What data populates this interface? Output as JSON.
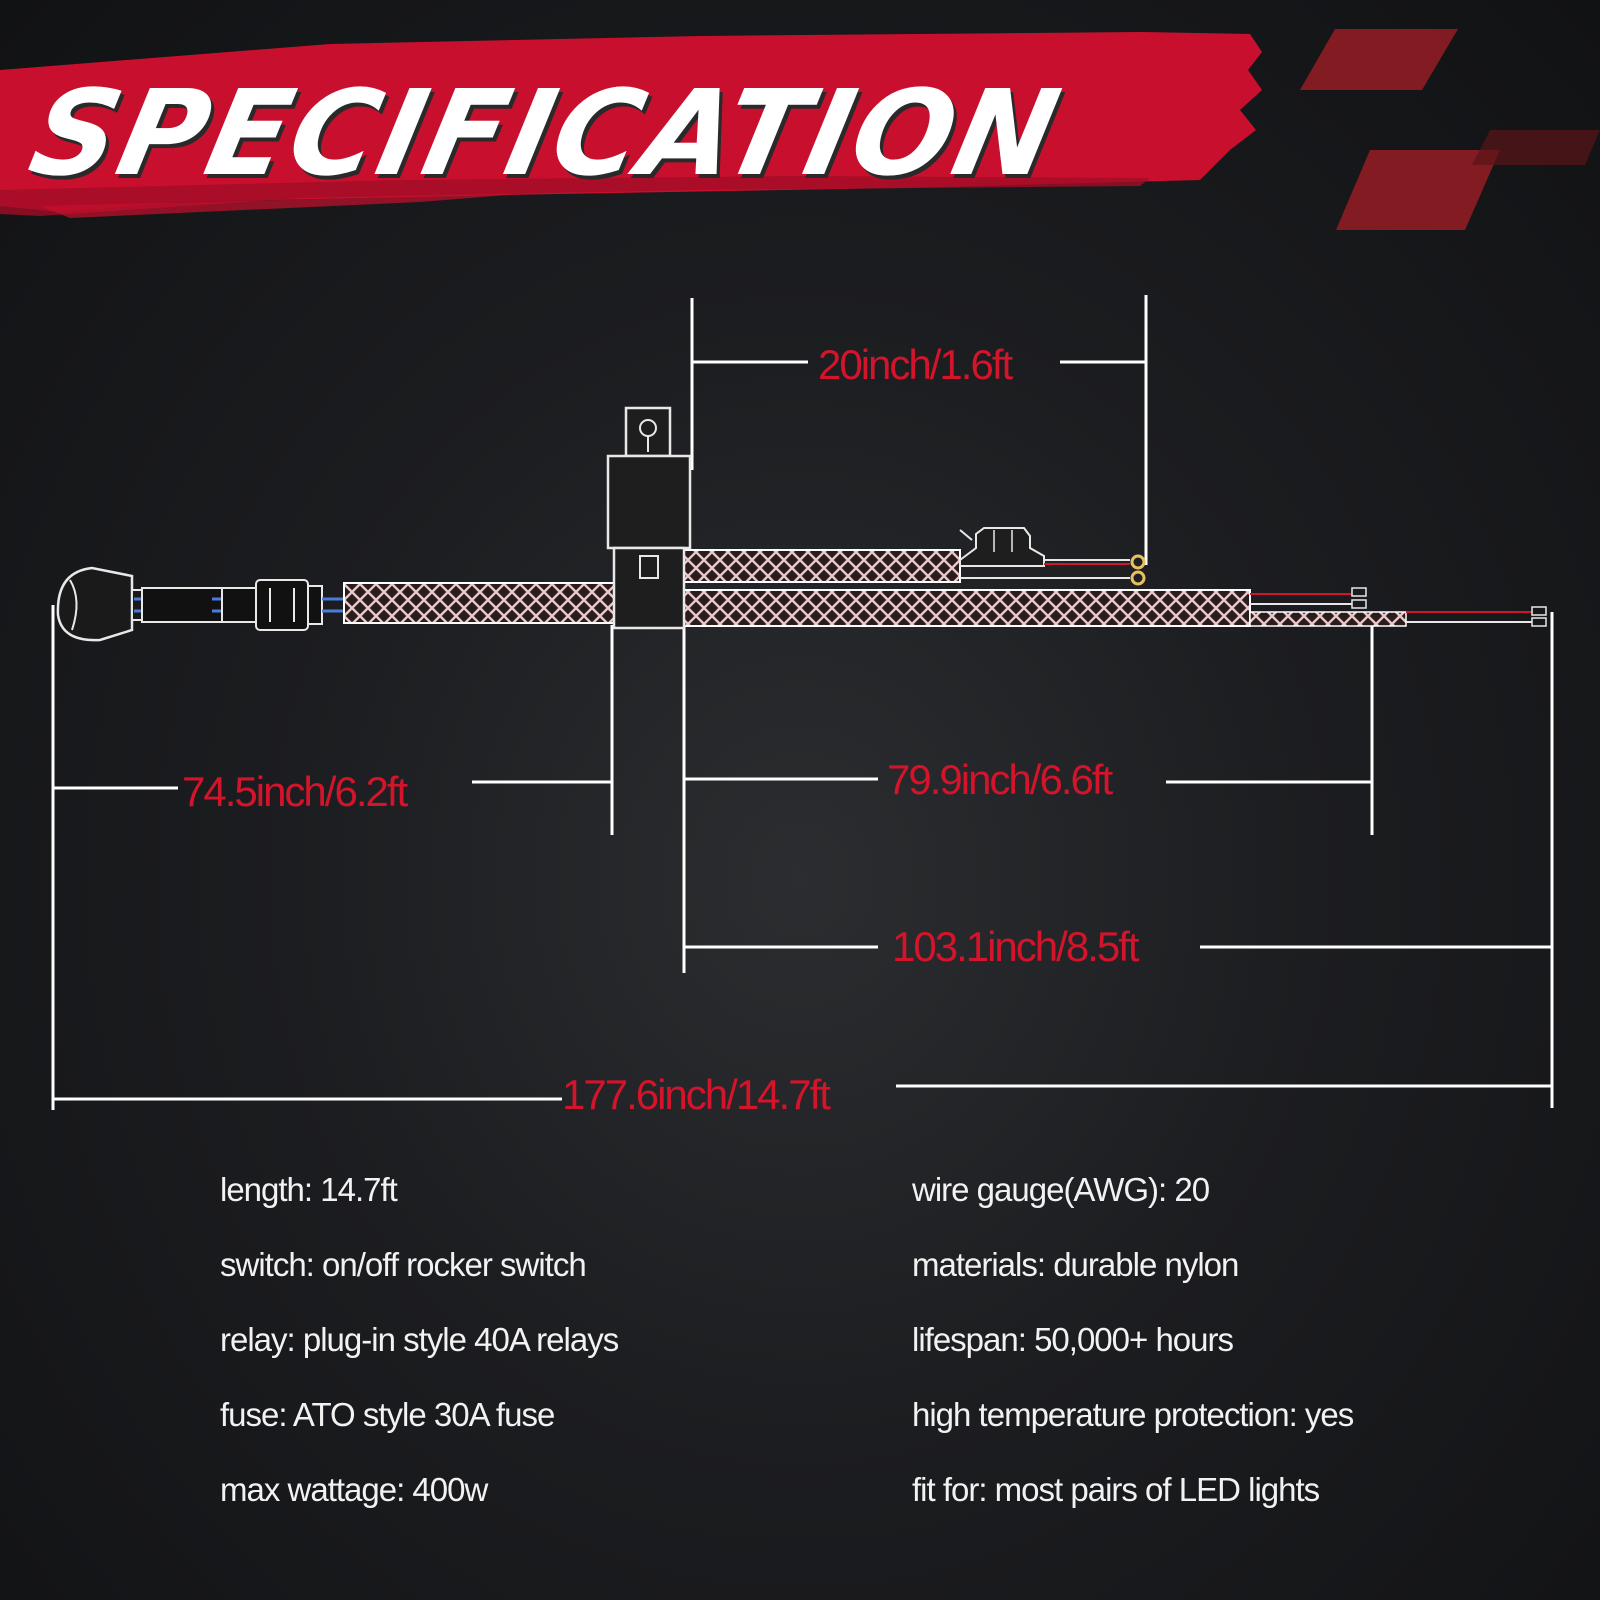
{
  "title": "SPECIFICATION",
  "colors": {
    "accent": "#d4142a",
    "background": "#1c1d20",
    "text": "#f2f2f2",
    "line": "#ffffff"
  },
  "components": {
    "switch_icon": "rocker-switch-icon",
    "relay_icon": "relay-icon",
    "fuse_icon": "fuse-holder-icon",
    "harness_icon": "braided-sleeve-icon",
    "terminal_icon": "ring-terminal-icon"
  },
  "dimensions": {
    "relay_to_fuse": "20inch/1.6ft",
    "switch_to_relay": "74.5inch/6.2ft",
    "relay_to_first_light": "79.9inch/6.6ft",
    "relay_to_second_light": "103.1inch/8.5ft",
    "total": "177.6inch/14.7ft"
  },
  "specs_left": [
    "length: 14.7ft",
    "switch: on/off rocker switch",
    "relay: plug-in style 40A relays",
    "fuse: ATO style 30A fuse",
    "max wattage: 400w"
  ],
  "specs_right": [
    "wire gauge(AWG): 20",
    "materials: durable nylon",
    "lifespan: 50,000+ hours",
    "high temperature protection: yes",
    "fit for: most pairs of LED lights"
  ]
}
